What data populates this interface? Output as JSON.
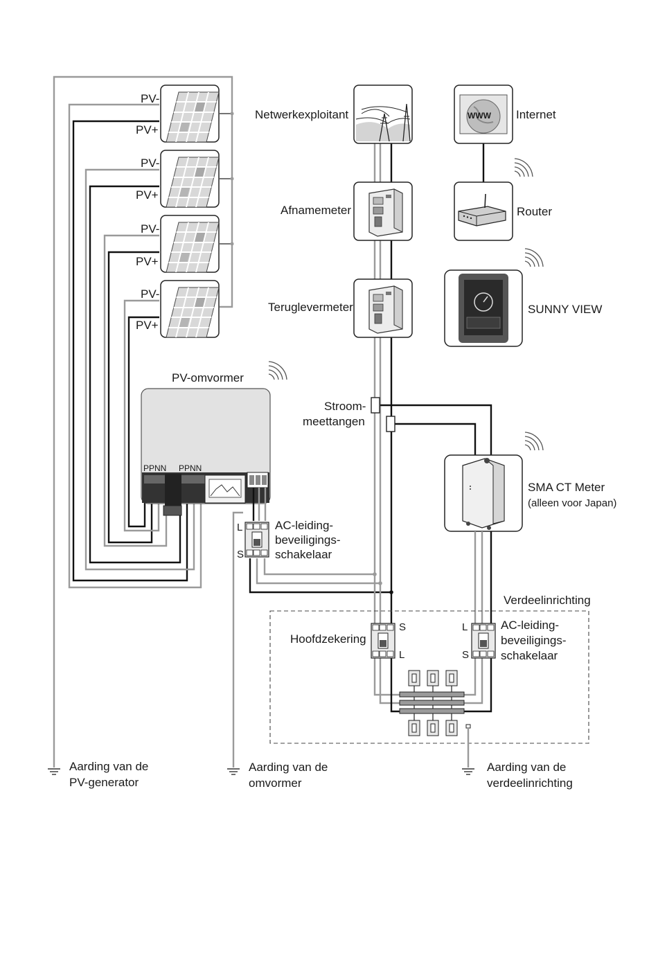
{
  "labels": {
    "pv_minus": "PV-",
    "pv_plus": "PV+",
    "netwerkexploitant": "Netwerkexploitant",
    "internet": "Internet",
    "afnamemeter": "Afnamemeter",
    "router": "Router",
    "teruglevermeter": "Teruglevermeter",
    "sunny_view": "SUNNY VIEW",
    "pv_omvormer": "PV-omvormer",
    "stroom_line1": "Stroom-",
    "stroom_line2": "meettangen",
    "sma_ct_meter": "SMA CT Meter",
    "sma_ct_note": "(alleen voor Japan)",
    "ac_line1": "AC-leiding-",
    "ac_line2": "beveiligings-",
    "ac_line3": "schakelaar",
    "verdeelinrichting": "Verdeelinrichting",
    "hoofdzekering": "Hoofdzekering",
    "terminal_l": "L",
    "terminal_s": "S",
    "ppnn": "PPNN",
    "www": "WWW",
    "aard_pv_1": "Aarding van de",
    "aard_pv_2": "PV-generator",
    "aard_omv_1": "Aarding van de",
    "aard_omv_2": "omvormer",
    "aard_verd_1": "Aarding van de",
    "aard_verd_2": "verdeelinrichting"
  }
}
